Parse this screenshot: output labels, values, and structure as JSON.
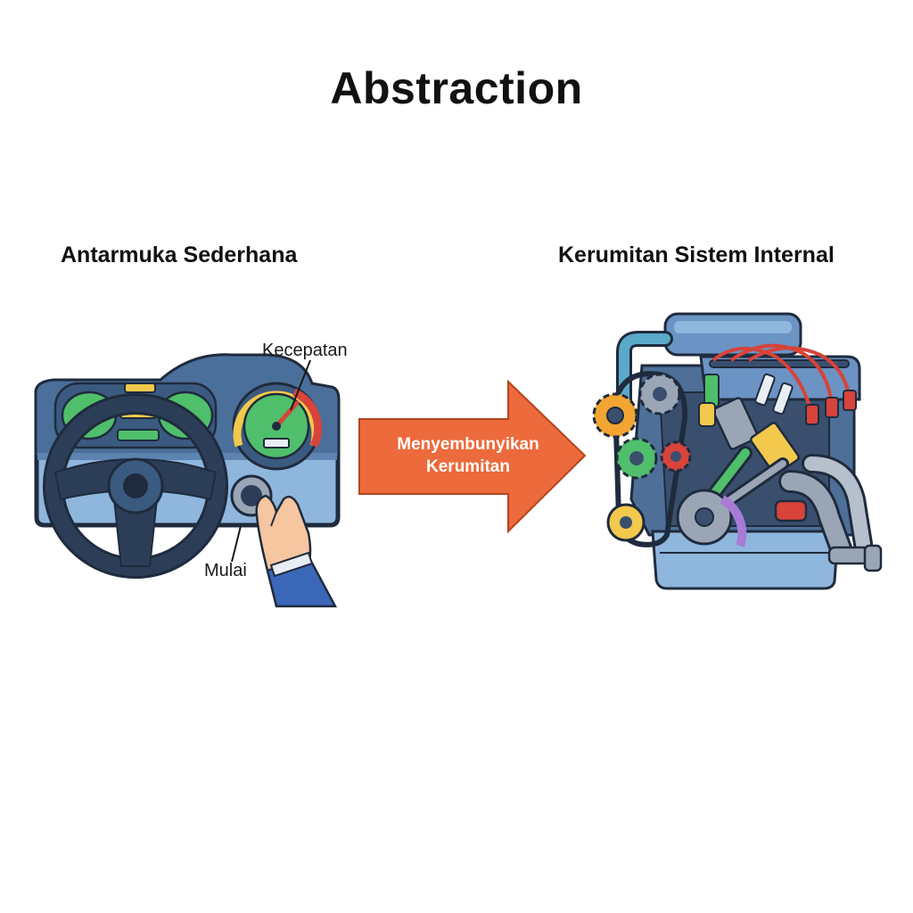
{
  "title": "Abstraction",
  "left_panel": {
    "heading": "Antarmuka Sederhana",
    "callouts": {
      "speed": "Kecepatan",
      "start": "Mulai"
    }
  },
  "arrow": {
    "line1": "Menyembunyikan",
    "line2": "Kerumitan"
  },
  "right_panel": {
    "heading": "Kerumitan Sistem Internal"
  },
  "colors": {
    "dashboard": "#4a6f9a",
    "dashboard_light": "#8fb6dd",
    "wheel": "#2c3e57",
    "gauge_green": "#4fbf6b",
    "arrow": "#ec6a3b",
    "engine_blue": "#6b93c4",
    "engine_dark": "#3a4f6e",
    "gear_orange": "#f2a531",
    "wire_red": "#d8433a"
  }
}
